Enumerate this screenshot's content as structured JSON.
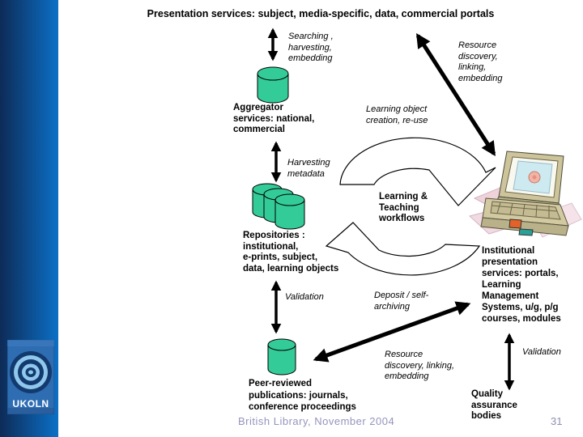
{
  "slide": {
    "title": "Presentation services: subject, media-specific, data, commercial portals",
    "footer": "British Library, November 2004",
    "page_number": "31"
  },
  "logo": {
    "text": "UKOLN"
  },
  "nodes": {
    "aggregator": "Aggregator\nservices: national,\ncommercial",
    "repositories": "Repositories :\ninstitutional,\ne-prints, subject,\ndata, learning objects",
    "peer_reviewed": "Peer-reviewed\npublications: journals,\nconference proceedings",
    "institutional": "Institutional\npresentation\nservices: portals,\nLearning\nManagement\nSystems, u/g, p/g\ncourses, modules",
    "quality": "Quality\nassurance\nbodies",
    "learning_teaching": "Learning &\nTeaching\nworkflows"
  },
  "flows": {
    "searching": "Searching ,\nharvesting,\nembedding",
    "resource_top": "Resource\ndiscovery,\nlinking,\nembedding",
    "learning_object": "Learning object\ncreation, re-use",
    "harvesting": "Harvesting\nmetadata",
    "validation_left": "Validation",
    "deposit": "Deposit / self-\narchiving",
    "resource_bottom": "Resource\ndiscovery, linking,\nembedding",
    "validation_right": "Validation"
  },
  "icons": {
    "cylinders": "database-cylinder-icon",
    "cycle": "cycle-arrows-icon",
    "laptop": "laptop-clipart",
    "logo": "ukoln-logo"
  },
  "colors": {
    "cylinder_green": "#33cc99",
    "sidebar_dark": "#0d2b57",
    "sidebar_light": "#0c70c6",
    "footer_text": "#9494bf",
    "page_number_text": "#8f8fb0",
    "logo_navy": "#123a6e",
    "logo_light_blue": "#8fc8ec"
  }
}
